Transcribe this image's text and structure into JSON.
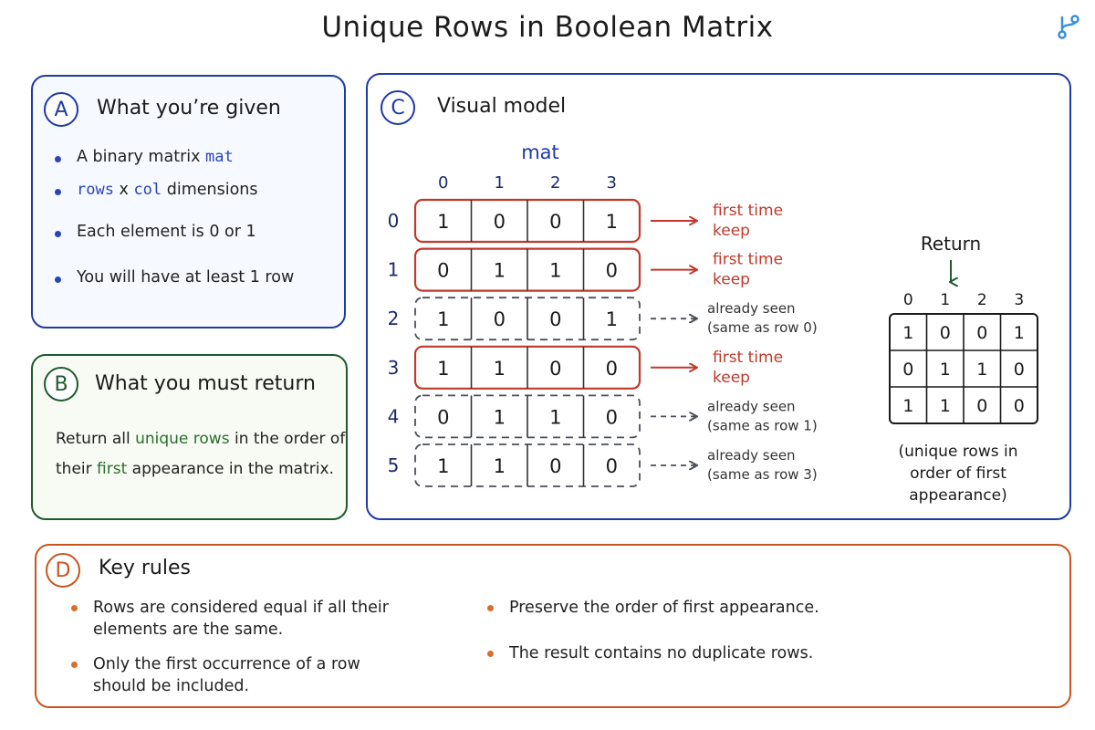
{
  "title": "Unique Rows in Boolean Matrix",
  "brand_icon": "branch-icon",
  "colors": {
    "blue": "#1f3aa6",
    "green": "#1e5a2c",
    "red": "#c0392b",
    "orange": "#c8541e",
    "gray": "#4a4f5a"
  },
  "panel_a": {
    "badge": "A",
    "heading": "What you’re given",
    "bullets": {
      "b1_prefix": "A binary matrix ",
      "b1_code": "mat",
      "b2_code_rows": "rows",
      "b2_x": " x ",
      "b2_code_col": "col",
      "b2_suffix": " dimensions",
      "b3": "Each element is 0 or 1",
      "b4": "You will have at least 1 row"
    }
  },
  "panel_b": {
    "badge": "B",
    "heading": "What you must return",
    "text_1": "Return all ",
    "text_kw1": "unique rows",
    "text_2": " in the order of their ",
    "text_kw2": "first",
    "text_3": " appearance in the matrix."
  },
  "panel_c": {
    "badge": "C",
    "heading": "Visual model",
    "matrix_label": "mat",
    "column_indices": [
      "0",
      "1",
      "2",
      "3"
    ],
    "rows": [
      {
        "index": "0",
        "cells": [
          "1",
          "0",
          "0",
          "1"
        ],
        "status": "new",
        "note_1": "first time",
        "note_2": "keep"
      },
      {
        "index": "1",
        "cells": [
          "0",
          "1",
          "1",
          "0"
        ],
        "status": "new",
        "note_1": "first time",
        "note_2": "keep"
      },
      {
        "index": "2",
        "cells": [
          "1",
          "0",
          "0",
          "1"
        ],
        "status": "dup",
        "note_1": "already seen",
        "note_2": "(same as row 0)"
      },
      {
        "index": "3",
        "cells": [
          "1",
          "1",
          "0",
          "0"
        ],
        "status": "new",
        "note_1": "first time",
        "note_2": "keep"
      },
      {
        "index": "4",
        "cells": [
          "0",
          "1",
          "1",
          "0"
        ],
        "status": "dup",
        "note_1": "already seen",
        "note_2": "(same as row 1)"
      },
      {
        "index": "5",
        "cells": [
          "1",
          "1",
          "0",
          "0"
        ],
        "status": "dup",
        "note_1": "already seen",
        "note_2": "(same as row 3)"
      }
    ],
    "result": {
      "label": "Return",
      "column_indices": [
        "0",
        "1",
        "2",
        "3"
      ],
      "rows": [
        [
          "1",
          "0",
          "0",
          "1"
        ],
        [
          "0",
          "1",
          "1",
          "0"
        ],
        [
          "1",
          "1",
          "0",
          "0"
        ]
      ],
      "caption_lines": [
        "(unique rows in",
        "order of first",
        "appearance)"
      ]
    }
  },
  "panel_d": {
    "badge": "D",
    "heading": "Key rules",
    "rules_left": [
      [
        "Rows are considered equal if all their",
        "elements are the same."
      ],
      [
        "Only the first occurrence of a row",
        "should be included."
      ]
    ],
    "rules_right": [
      [
        "Preserve the order of first appearance."
      ],
      [
        "The result contains no duplicate rows."
      ]
    ]
  }
}
